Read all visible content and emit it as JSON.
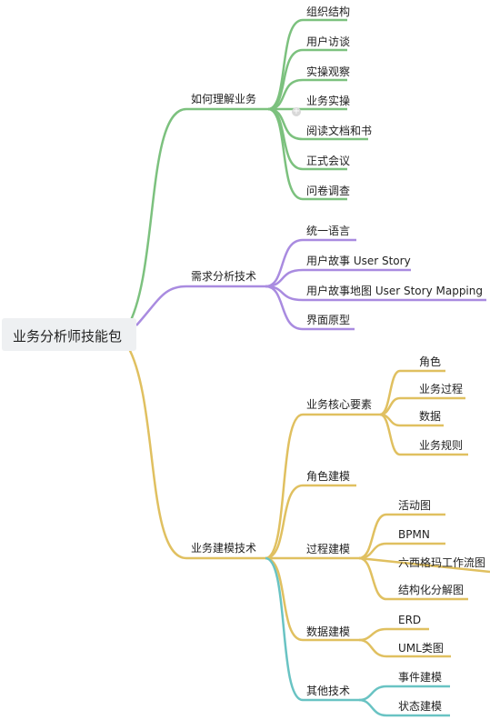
{
  "root": "业务分析师技能包",
  "colors": {
    "green": "#7cc17e",
    "purple": "#a98be0",
    "yellow": "#e0c060",
    "teal": "#69c3c3"
  },
  "branches": [
    {
      "label": "如何理解业务",
      "children": [
        "组织结构",
        "用户访谈",
        "实操观察",
        "业务实操",
        "阅读文档和书",
        "正式会议",
        "问卷调查"
      ]
    },
    {
      "label": "需求分析技术",
      "children": [
        "统一语言",
        "用户故事 User Story",
        "用户故事地图 User Story Mapping",
        "界面原型"
      ]
    },
    {
      "label": "业务建模技术",
      "children": [
        {
          "label": "业务核心要素",
          "children": [
            "角色",
            "业务过程",
            "数据",
            "业务规则"
          ]
        },
        {
          "label": "角色建模",
          "children": []
        },
        {
          "label": "过程建模",
          "children": [
            "活动图",
            "BPMN",
            "六西格玛工作流图",
            "结构化分解图"
          ]
        },
        {
          "label": "数据建模",
          "children": [
            "ERD",
            "UML类图"
          ]
        },
        {
          "label": "其他技术",
          "children": [
            "事件建模",
            "状态建模"
          ]
        }
      ]
    }
  ],
  "collapse_icon": "plus-circle-icon"
}
